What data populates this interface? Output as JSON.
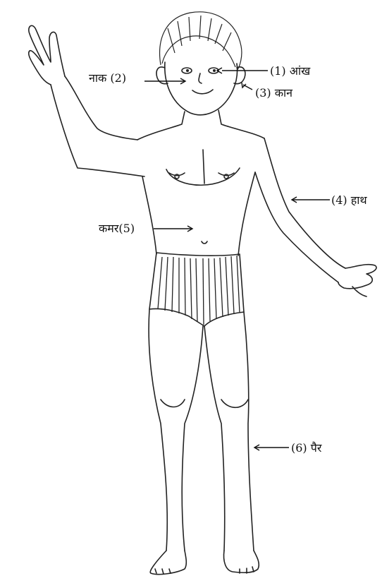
{
  "labels": {
    "eye": "(1) आंख",
    "nose": "नाक (2)",
    "ear": "(3) कान",
    "hand": "(4) हाथ",
    "waist": "कमर(5)",
    "leg": "(6) पैर"
  },
  "colors": {
    "ink": "#111111",
    "background": "#ffffff"
  }
}
